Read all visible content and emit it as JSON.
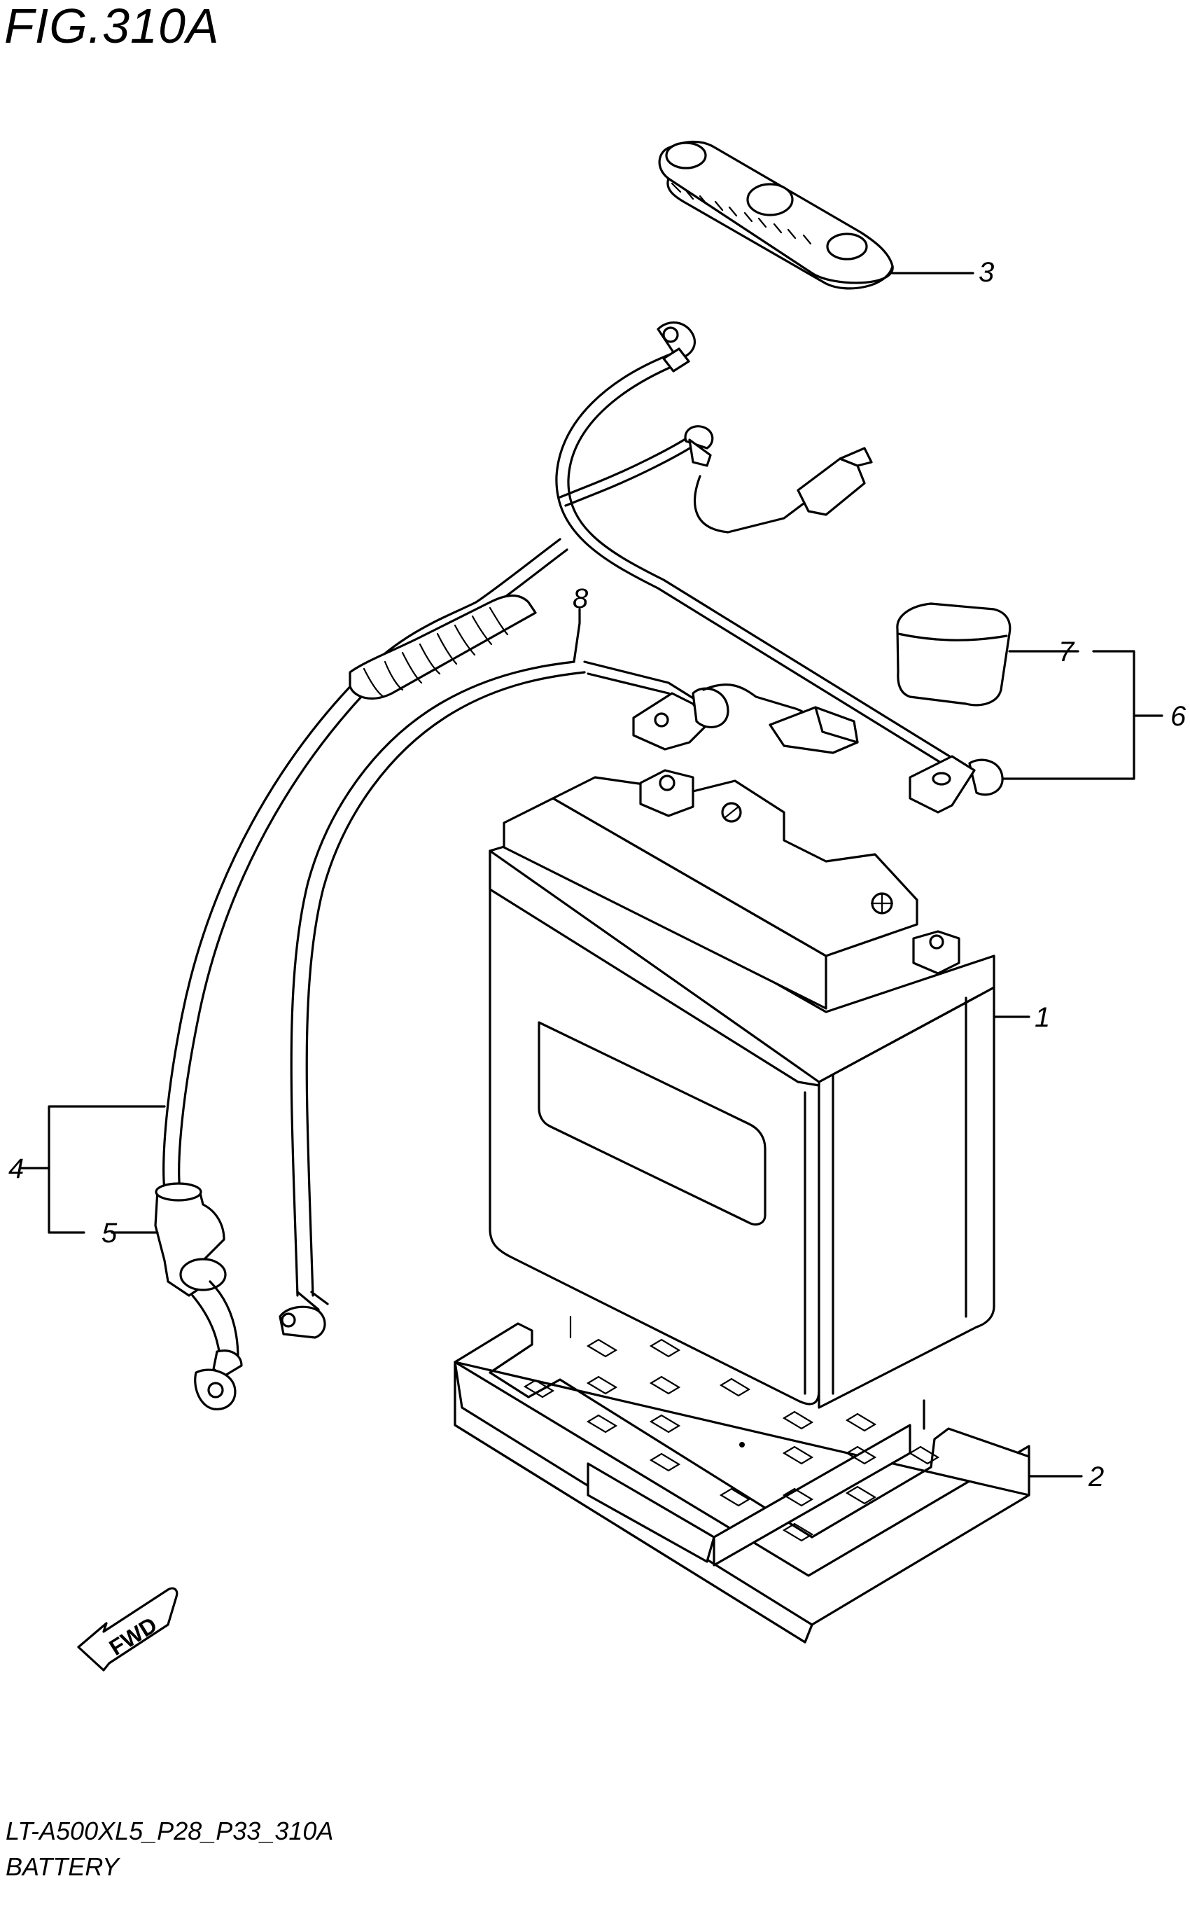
{
  "figure": {
    "title": "FIG.310A"
  },
  "footer": {
    "code": "LT-A500XL5_P28_P33_310A",
    "name": "BATTERY"
  },
  "fwd_label": "FWD",
  "callouts": {
    "c1": "1",
    "c2": "2",
    "c3": "3",
    "c4": "4",
    "c5": "5",
    "c6": "6",
    "c7": "7",
    "c8": "8"
  },
  "parts": [
    {
      "ref": "1",
      "icon": "battery-icon"
    },
    {
      "ref": "2",
      "icon": "battery-tray-icon"
    },
    {
      "ref": "3",
      "icon": "terminal-cover-strip-icon"
    },
    {
      "ref": "4",
      "icon": "negative-cable-icon"
    },
    {
      "ref": "5",
      "icon": "cable-boot-icon"
    },
    {
      "ref": "6",
      "icon": "positive-cable-icon"
    },
    {
      "ref": "7",
      "icon": "terminal-cap-icon"
    },
    {
      "ref": "8",
      "icon": "lead-wire-icon"
    }
  ]
}
